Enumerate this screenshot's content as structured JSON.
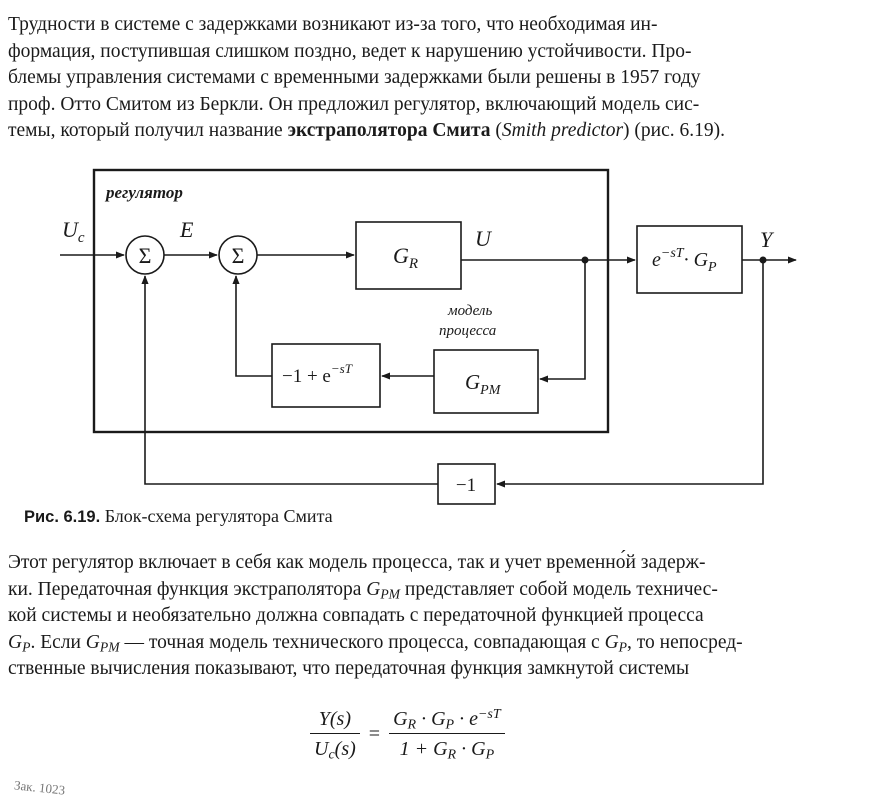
{
  "paragraph1": {
    "line1": "Трудности в системе с задержками возникают из-за того, что необходимая ин-",
    "line2": "формация, поступившая слишком поздно, ведет к нарушению устойчивости. Про-",
    "line3": "блемы управления системами с временными задержками были решены в 1957 году",
    "line4": "проф. Отто Смитом из Беркли. Он предложил регулятор, включающий модель сис-",
    "line5_start": "темы, который получил название ",
    "line5_bold": "экстраполятора Смита",
    "line5_mid": " (",
    "line5_italic": "Smith predictor",
    "line5_end": ") (рис. 6.19)."
  },
  "diagram": {
    "controller_label": "регулятор",
    "input_label": "U",
    "input_sub": "c",
    "error_label": "E",
    "sum_symbol": "Σ",
    "gr_main": "G",
    "gr_sub": "R",
    "u_label": "U",
    "plant_base": "e",
    "plant_exp": "−sT",
    "plant_dot": "· G",
    "plant_sub": "P",
    "output_label": "Y",
    "model_label_line1": "модель",
    "model_label_line2": "процесса",
    "gpm_main": "G",
    "gpm_sub": "PM",
    "delay_block_text": "−1 + e",
    "delay_block_exp": "−sT",
    "feedback_block": "−1"
  },
  "caption": {
    "number": "Рис. 6.19.",
    "text": " Блок-схема регулятора Смита"
  },
  "paragraph2": {
    "l1": "Этот регулятор включает в себя как модель процесса, так и учет временно́й задерж-",
    "l2a": "ки. Передаточная функция экстраполятора ",
    "l2g": "G",
    "l2s": "PM",
    "l2b": " представляет собой модель техничес-",
    "l3": "кой системы и необязательно должна совпадать с передаточной функцией процесса",
    "l4g": "G",
    "l4s": "P",
    "l4a": ". Если ",
    "l4g2": "G",
    "l4s2": "PM",
    "l4b": " — точная модель технического процесса, совпадающая с ",
    "l4g3": "G",
    "l4s3": "P",
    "l4c": ", то непосред-",
    "l5": "ственные вычисления показывают, что передаточная функция замкнутой системы"
  },
  "formula": {
    "lhs_num": "Y(s)",
    "lhs_den_main": "U",
    "lhs_den_sub": "c",
    "lhs_den_end": "(s)",
    "equals": "=",
    "rhs_num_a": "G",
    "rhs_num_a_sub": "R",
    "rhs_num_b": " · G",
    "rhs_num_b_sub": "P",
    "rhs_num_c": " · e",
    "rhs_num_exp": "−sT",
    "rhs_den_a": "1 + G",
    "rhs_den_a_sub": "R",
    "rhs_den_b": " · G",
    "rhs_den_b_sub": "P"
  },
  "footer": "Зак. 1023"
}
